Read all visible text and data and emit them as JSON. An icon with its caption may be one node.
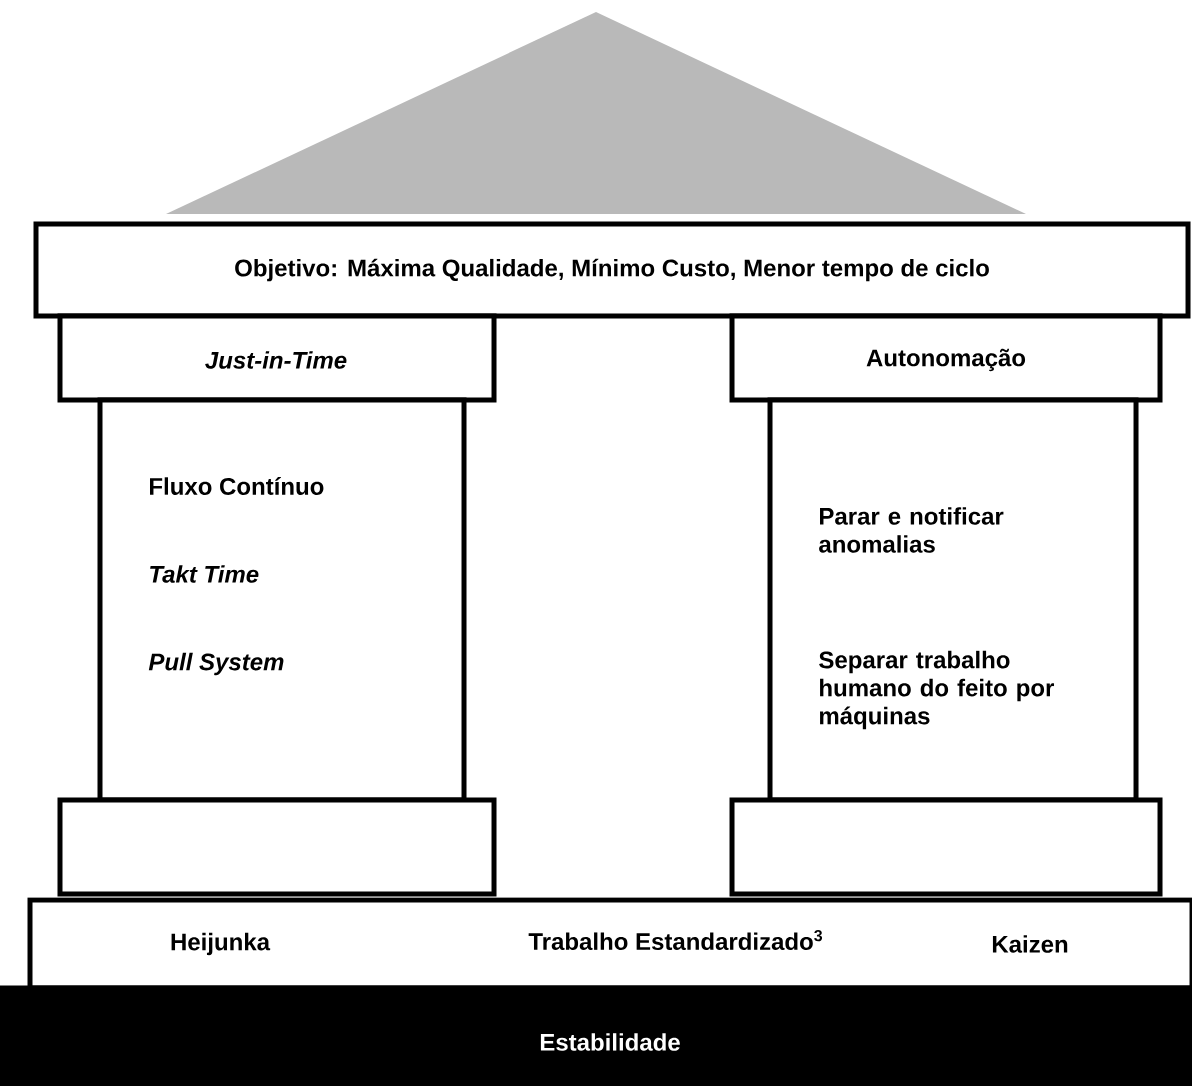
{
  "diagram": {
    "nodes": [
      {
        "text": [],
        "shape": "triangle"
      },
      {
        "text": [
          "Objetivo: Máxima Qualidade, Mínimo Custo, Menor tempo de ciclo"
        ]
      },
      {
        "text": [
          "Just-in-Time"
        ]
      },
      {
        "text": [
          "Fluxo Contínuo",
          "Takt Time",
          "Pull System"
        ]
      },
      {
        "text": [],
        "shape": "box"
      },
      {
        "text": [
          "Autonomação"
        ]
      },
      {
        "text": [
          "Parar e notificar anomalias",
          "Separar trabalho humano do feito por máquinas"
        ]
      },
      {
        "text": [],
        "shape": "box"
      },
      {
        "text": [
          "Heijunka",
          "Trabalho Estandardizado$^{3}$",
          "Kaizen"
        ]
      },
      {
        "text": [
          "Estabilidade"
        ]
      }
    ]
  }
}
